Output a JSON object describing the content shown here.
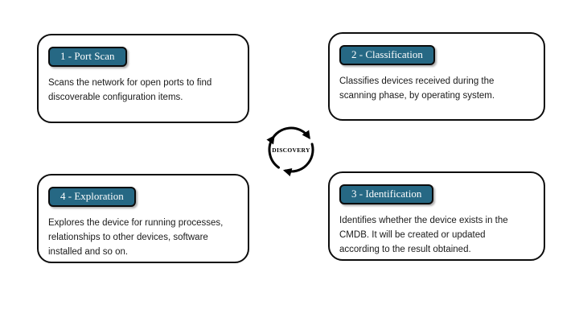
{
  "slide": {
    "background": "#ffffff",
    "colors": {
      "badge_bg": "#266884",
      "badge_text": "#ffffff",
      "card_border": "#0d0d0d",
      "body_text": "#1a1a1a",
      "arrow": "#000000"
    },
    "center": {
      "icon": "cycle-arrows-icon",
      "label": "DISCOVERY"
    },
    "steps": [
      {
        "id": "port-scan",
        "position": "top-left",
        "badge": "1 - Port Scan",
        "description": "Scans the network for open ports to find discoverable configuration items."
      },
      {
        "id": "classification",
        "position": "top-right",
        "badge": "2 - Classification",
        "description": "Classifies devices received during the scanning phase, by operating system."
      },
      {
        "id": "identification",
        "position": "bottom-right",
        "badge": "3 - Identification",
        "description": "Identifies whether the device exists in the CMDB. It will be created or updated according to the result obtained."
      },
      {
        "id": "exploration",
        "position": "bottom-left",
        "badge": "4 - Exploration",
        "description": "Explores the device for running processes, relationships to other devices, software installed and so on."
      }
    ]
  }
}
